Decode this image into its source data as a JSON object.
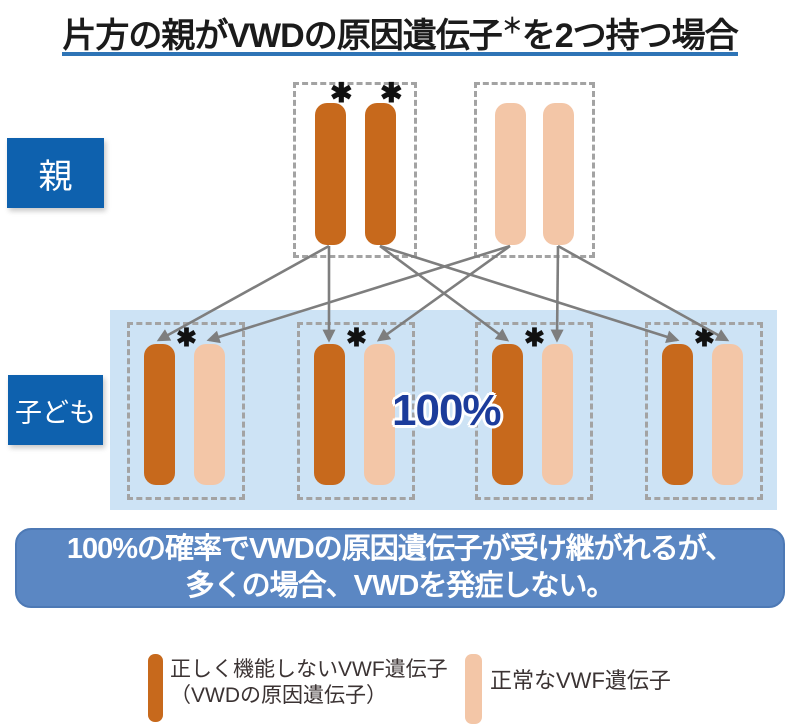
{
  "title": {
    "main": "片方の親がVWDの原因遺伝子",
    "asterisk": "＊",
    "suffix": "を2つ持つ場合"
  },
  "row_labels": {
    "parent": "親",
    "children": "子ども"
  },
  "marks": {
    "gene": "✱"
  },
  "probability": "100%",
  "banner": {
    "line1": "100%の確率でVWDの原因遺伝子が受け継がれるが、",
    "line2": "多くの場合、VWDを発症しない。"
  },
  "legend": {
    "defective": {
      "line1": "正しく機能しないVWF遺伝子",
      "line2": "（VWDの原因遺伝子）"
    },
    "normal": {
      "label": "正常なVWF遺伝子"
    }
  },
  "diagram": {
    "parents": [
      {
        "role": "affected-parent",
        "genes": [
          "defective",
          "defective"
        ],
        "marked": [
          true,
          true
        ]
      },
      {
        "role": "unaffected-parent",
        "genes": [
          "normal",
          "normal"
        ],
        "marked": [
          false,
          false
        ]
      }
    ],
    "children": [
      {
        "genes": [
          "defective",
          "normal"
        ],
        "marked": [
          true,
          false
        ]
      },
      {
        "genes": [
          "defective",
          "normal"
        ],
        "marked": [
          true,
          false
        ]
      },
      {
        "genes": [
          "defective",
          "normal"
        ],
        "marked": [
          true,
          false
        ]
      },
      {
        "genes": [
          "defective",
          "normal"
        ],
        "marked": [
          true,
          false
        ]
      }
    ],
    "inheritance_probability": "100%"
  },
  "colors": {
    "defective_gene": "#C7691C",
    "normal_gene": "#F3C6A7",
    "row_label_bg": "#0E61AE",
    "children_band_bg": "#CDE3F5",
    "banner_bg": "#5B87C3",
    "title_underline": "#2E74B6",
    "probability_text": "#1C3C9B",
    "arrow": "#7E7E7E",
    "dashed_border": "#A3A3A3"
  }
}
